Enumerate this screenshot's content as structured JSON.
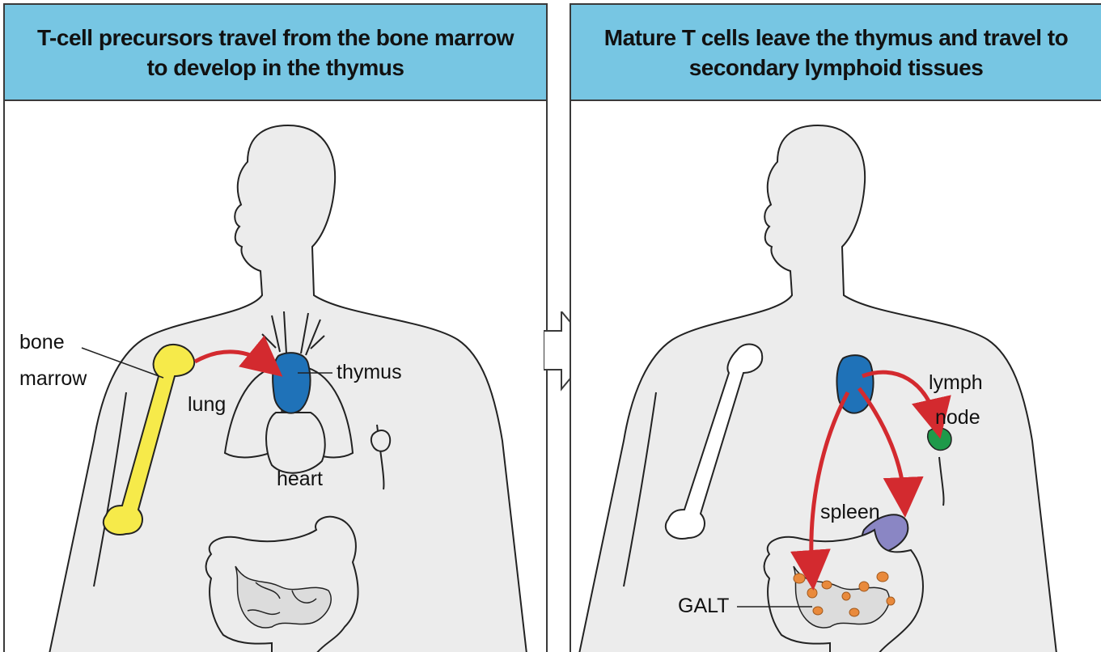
{
  "left_panel": {
    "title_line1": "T-cell precursors travel from the bone marrow",
    "title_line2": "to develop in the thymus",
    "labels": {
      "bone": "bone",
      "marrow": "marrow",
      "lung": "lung",
      "thymus": "thymus",
      "heart": "heart"
    }
  },
  "right_panel": {
    "title_line1": "Mature T cells leave the thymus and travel to",
    "title_line2": "secondary lymphoid tissues",
    "labels": {
      "lymph": "lymph",
      "node": "node",
      "spleen": "spleen",
      "galt": "GALT"
    }
  },
  "colors": {
    "header_bg": "#77c6e3",
    "body_fill": "#ececec",
    "bone_marrow": "#f6ea4a",
    "thymus": "#1f72b8",
    "arrow": "#d32a2f",
    "lymph_node": "#1e9a4a",
    "spleen": "#8a86c4",
    "galt": "#e98a3c"
  }
}
